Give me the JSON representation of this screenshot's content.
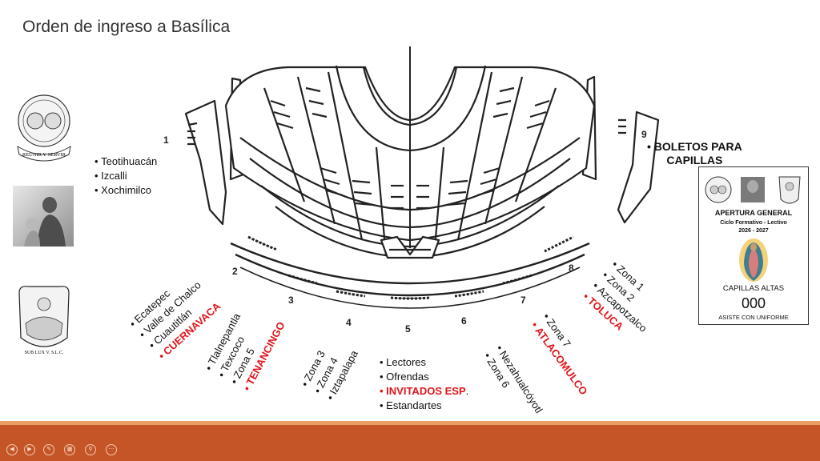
{
  "title": "Orden de ingreso a Basílica",
  "logos": {
    "top_seal_text": "REUNIR Y SERVIR",
    "bottom_seal_text": "SUB LUX V. S.L.C."
  },
  "zones": {
    "z1": {
      "number": "1",
      "items": [
        {
          "text": "Teotihuacán"
        },
        {
          "text": "Izcalli"
        },
        {
          "text": "Xochimilco"
        }
      ]
    },
    "z2": {
      "number": "2",
      "items": [
        {
          "text": "Ecatepec"
        },
        {
          "text": "Valle de Chalco"
        },
        {
          "text": "Cuautitlán"
        },
        {
          "text": "CUERNAVACA",
          "highlight": true
        }
      ]
    },
    "z3": {
      "number": "3",
      "items": [
        {
          "text": "Tlalnepantla"
        },
        {
          "text": "Texcoco"
        },
        {
          "text": "Zona 5"
        },
        {
          "text": "TENANCINGO",
          "highlight": true
        }
      ]
    },
    "z4": {
      "number": "4",
      "items": [
        {
          "text": "Zona 3"
        },
        {
          "text": "Zona 4"
        },
        {
          "text": "Iztapalapa"
        }
      ]
    },
    "z5": {
      "number": "5",
      "items": [
        {
          "text": "Lectores"
        },
        {
          "text": "Ofrendas"
        },
        {
          "text": "INVITADOS ESP",
          "highlight": true,
          "suffix": "."
        },
        {
          "text": "Estandartes"
        }
      ]
    },
    "z6": {
      "number": "6",
      "items": [
        {
          "text": "Nezahualcóyotl"
        },
        {
          "text": "Zona 6"
        }
      ]
    },
    "z7": {
      "number": "7",
      "items": [
        {
          "text": "Zona 7"
        },
        {
          "text": "ATLACOMULCO",
          "highlight": true
        }
      ]
    },
    "z8": {
      "number": "8",
      "items": [
        {
          "text": "Zona 1"
        },
        {
          "text": "Zona 2"
        },
        {
          "text": "Azcapotzalco"
        },
        {
          "text": "TOLUCA",
          "highlight": true
        }
      ]
    },
    "z9": {
      "number": "9",
      "items": [
        {
          "text": "BOLETOS PARA"
        },
        {
          "text": "CAPILLAS"
        }
      ]
    }
  },
  "card": {
    "line1": "APERTURA GENERAL",
    "line2": "Ciclo Formativo - Lectivo",
    "line3": "2026 - 2027",
    "line4": "CAPILLAS ALTAS",
    "line5": "000",
    "line6": "ASISTE CON UNIFORME"
  },
  "colors": {
    "accent_red": "#e0141b",
    "footer": "#c55526",
    "footer_line": "#e9a062"
  },
  "toolbar": {
    "icons": [
      "previous-icon",
      "next-icon",
      "pen-icon",
      "slides-icon",
      "zoom-icon",
      "more-icon"
    ]
  }
}
